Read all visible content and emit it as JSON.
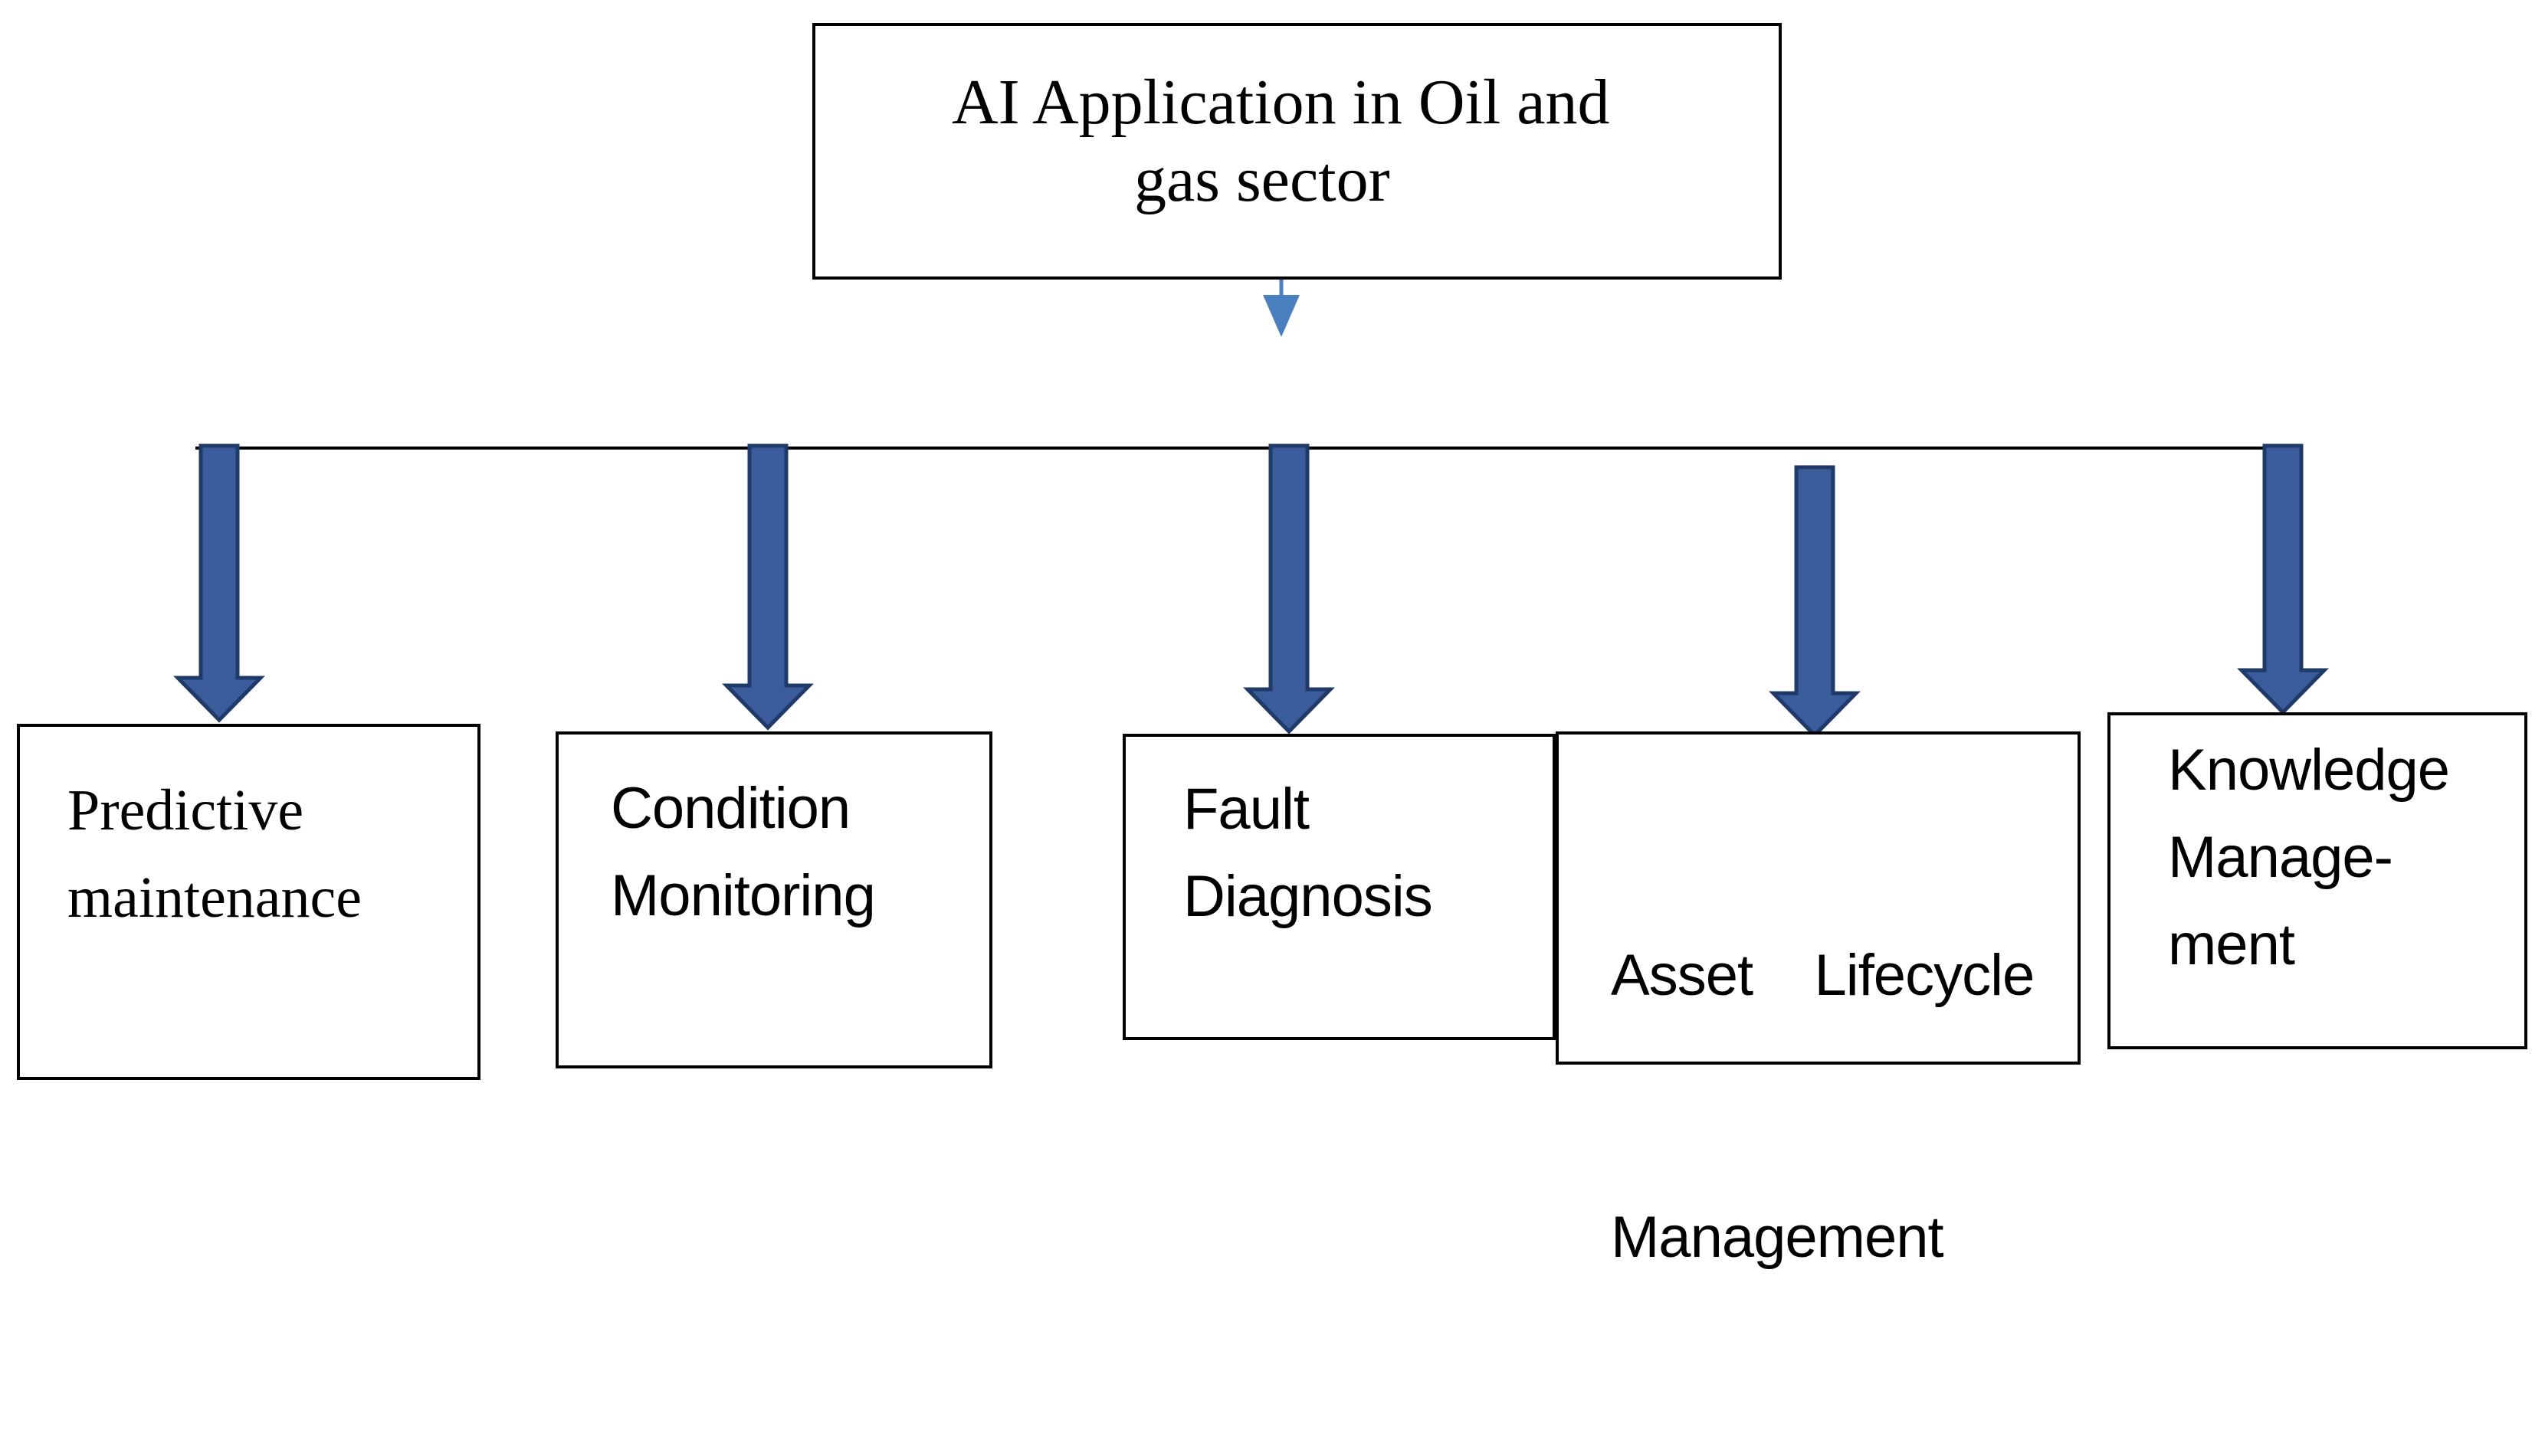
{
  "root": {
    "title_line1": "AI Application in Oil and",
    "title_line2": "gas sector"
  },
  "applications": [
    {
      "lines": [
        "Predictive",
        "maintenance"
      ]
    },
    {
      "lines": [
        "Condition",
        "Monitoring"
      ]
    },
    {
      "lines": [
        "Fault",
        "Diagnosis"
      ]
    },
    {
      "lines": [
        "Asset    Lifecycle",
        "Management"
      ]
    },
    {
      "lines": [
        "Knowledge",
        "Manage-",
        "ment"
      ]
    }
  ],
  "colors": {
    "arrow_fill": "#3b5c9a",
    "arrow_stroke": "#1f3a68",
    "connector": "#4a7fc0",
    "border": "#000000"
  }
}
